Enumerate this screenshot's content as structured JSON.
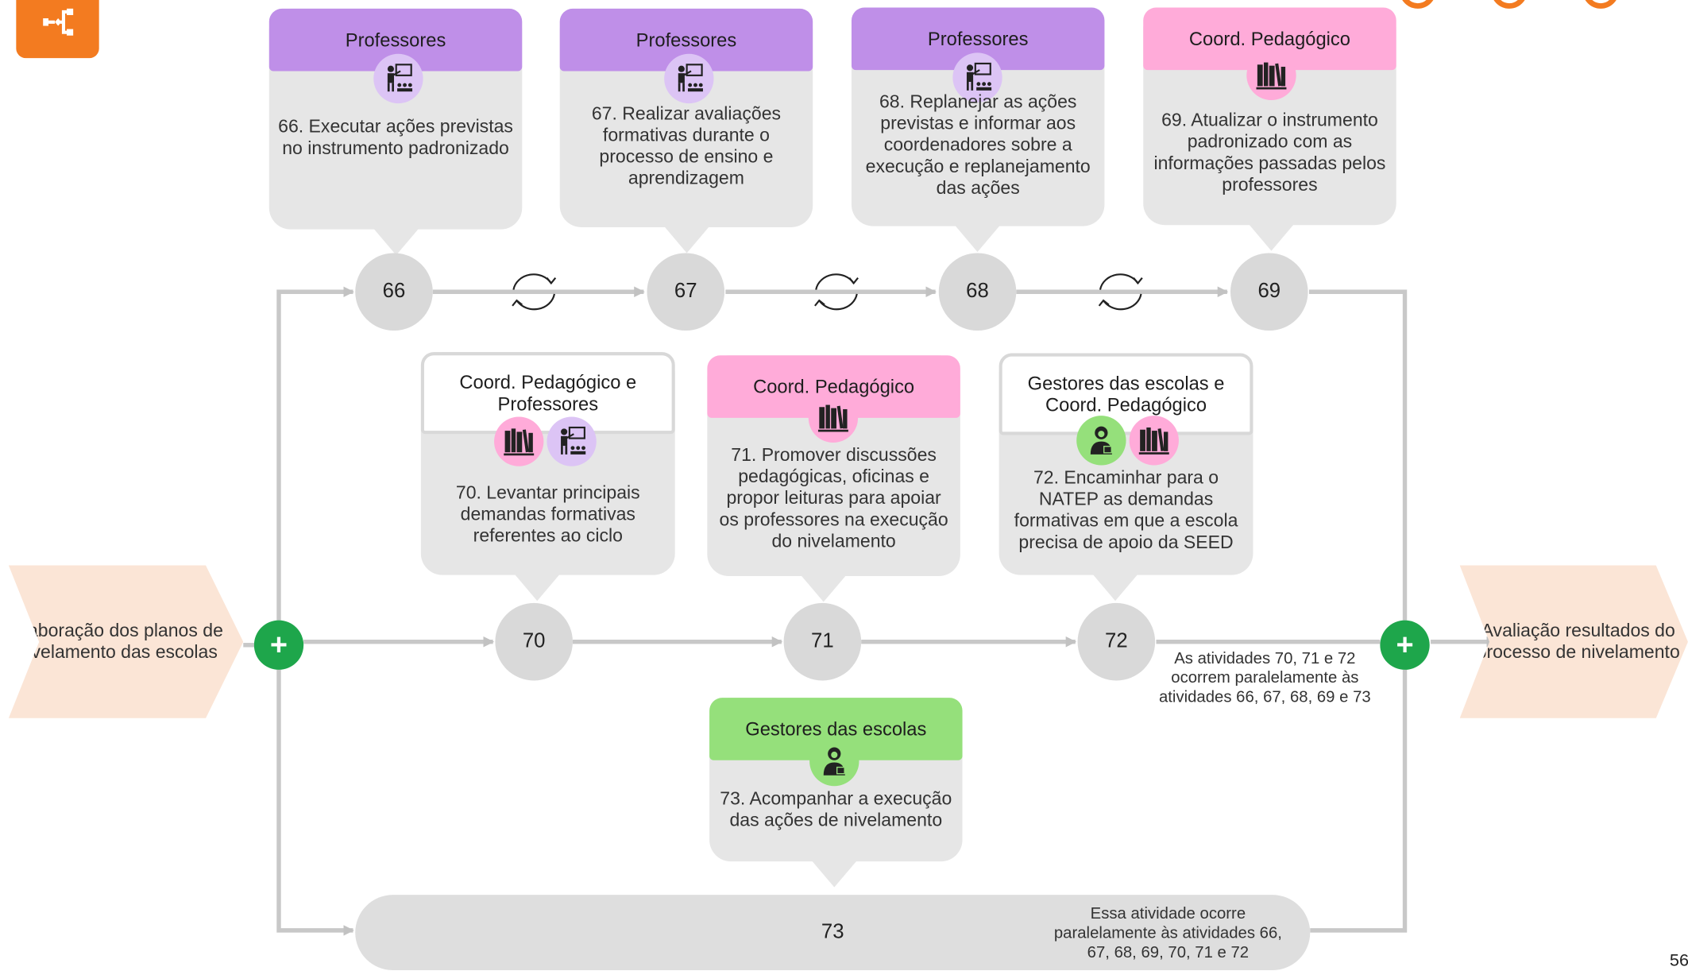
{
  "diagram": {
    "roles": {
      "professores": "Professores",
      "coord": "Coord. Pedagógico",
      "coord_prof": "Coord. Pedagógico e Professores",
      "gest_coord": "Gestores das escolas e Coord. Pedagógico",
      "gestores": "Gestores das escolas"
    },
    "start_event": "Elaboração dos planos de nivelamento das escolas",
    "end_event": "Avaliação resultados do processo de nivelamento",
    "gateways": {
      "split": "+",
      "join": "+"
    },
    "activities": [
      {
        "id": "66",
        "role": "Professores",
        "role_icon": "teacher-icon",
        "text": "66. Executar ações previstas no instrumento padronizado"
      },
      {
        "id": "67",
        "role": "Professores",
        "role_icon": "teacher-icon",
        "text": "67. Realizar avaliações formativas durante o processo de ensino e aprendizagem"
      },
      {
        "id": "68",
        "role": "Professores",
        "role_icon": "teacher-icon",
        "text": "68. Replanejar as ações previstas e informar aos coordenadores sobre a execução e replanejamento das ações"
      },
      {
        "id": "69",
        "role": "Coord. Pedagógico",
        "role_icon": "books-icon",
        "text": "69. Atualizar o instrumento padronizado com as informações passadas pelos professores"
      },
      {
        "id": "70",
        "role": "Coord. Pedagógico e Professores",
        "role_icon": "books-and-teacher-icons",
        "text": "70. Levantar principais demandas formativas referentes ao ciclo"
      },
      {
        "id": "71",
        "role": "Coord. Pedagógico",
        "role_icon": "books-icon",
        "text": "71. Promover discussões pedagógicas, oficinas e propor leituras para apoiar os professores na execução do nivelamento"
      },
      {
        "id": "72",
        "role": "Gestores das escolas e Coord. Pedagógico",
        "role_icon": "manager-and-books-icons",
        "text": "72. Encaminhar para o NATEP as demandas formativas em que a escola precisa de apoio da SEED"
      },
      {
        "id": "73",
        "role": "Gestores das escolas",
        "role_icon": "manager-icon",
        "text": "73. Acompanhar a execução das ações de nivelamento"
      }
    ],
    "nodes": [
      "66",
      "67",
      "68",
      "69",
      "70",
      "71",
      "72",
      "73"
    ],
    "notes": {
      "parallel_70_72": "As atividades 70, 71 e 72 ocorrem paralelamente às atividades 66, 67, 68, 69 e 73",
      "parallel_73": "Essa atividade ocorre paralelamente às atividades 66, 67, 68, 69, 70, 71 e 72"
    },
    "loop_icon": "refresh-cycle-icon",
    "page_number": "56"
  },
  "colors": {
    "professores": "#bf8fe8",
    "coord": "#ffabd9",
    "gestores": "#95e07b",
    "gateway": "#1ea64b",
    "node": "#d9d9d9",
    "card": "#e6e6e6",
    "event": "#fbe5d6",
    "logo": "#f37b20"
  }
}
